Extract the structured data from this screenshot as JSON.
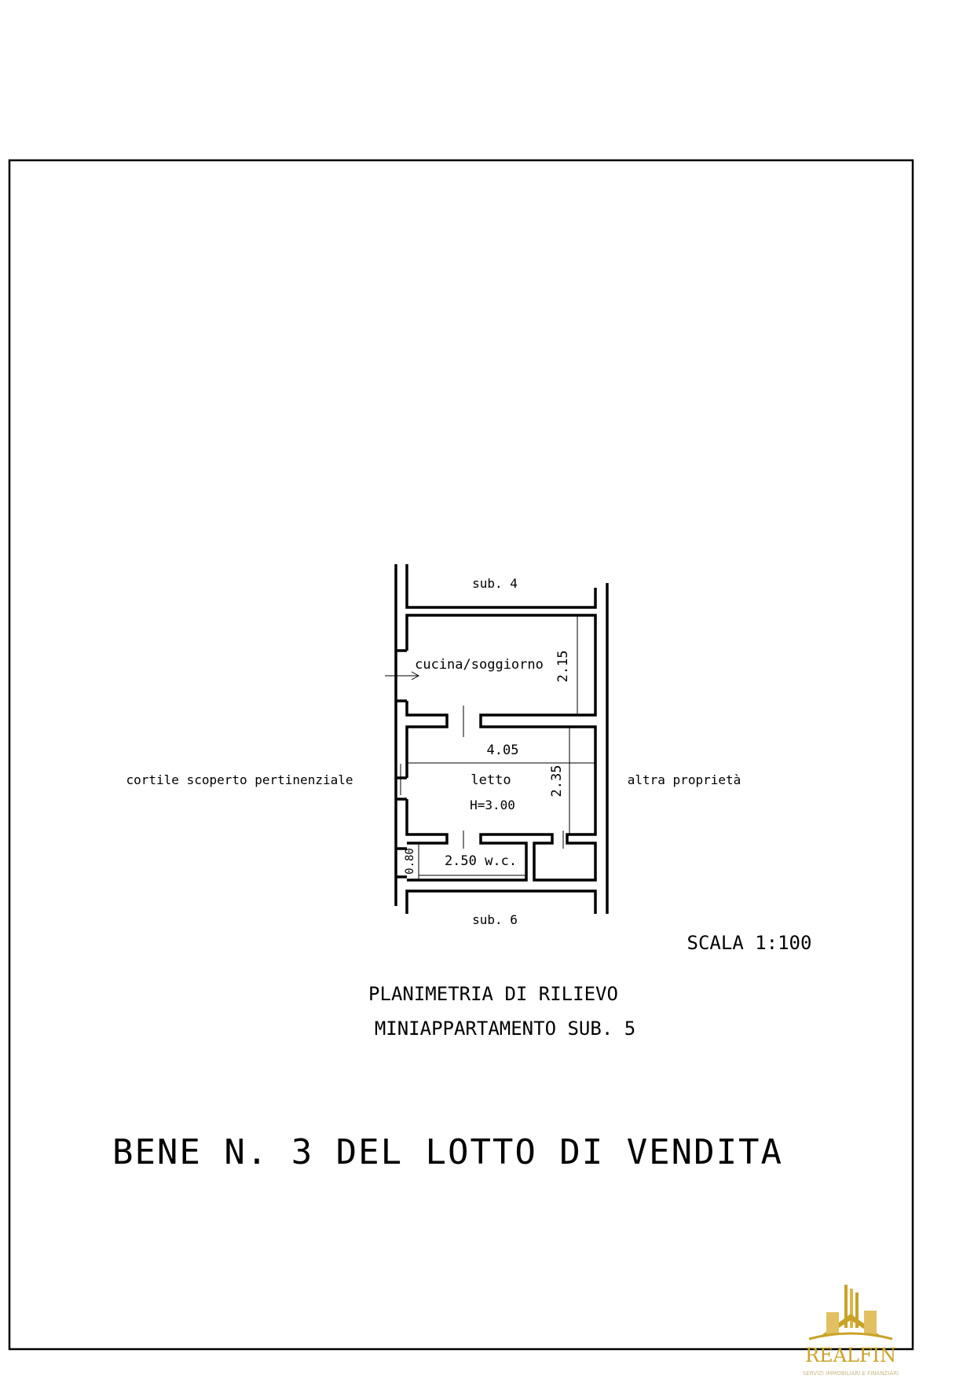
{
  "plan": {
    "neighbor_top": "sub. 4",
    "neighbor_bottom": "sub. 6",
    "left_label": "cortile scoperto pertinenziale",
    "right_label": "altra proprietà",
    "rooms": {
      "kitchen": "cucina/soggiorno",
      "bedroom": "letto",
      "height": "H=3.00",
      "wc": "2.50 w.c."
    },
    "dimensions": {
      "kitchen_depth": "2.15",
      "width": "4.05",
      "bedroom_depth": "2.35",
      "wc_depth": "0.80"
    }
  },
  "scale": "SCALA 1:100",
  "title_line1": "PLANIMETRIA DI RILIEVO",
  "title_line2": "MINIAPPARTAMENTO SUB. 5",
  "main_title": "BENE N. 3 DEL LOTTO DI VENDITA",
  "logo": {
    "name": "REALFIN",
    "tagline": "SERVIZI IMMOBILIARI E FINANZIARI",
    "color": "#c9a227"
  }
}
